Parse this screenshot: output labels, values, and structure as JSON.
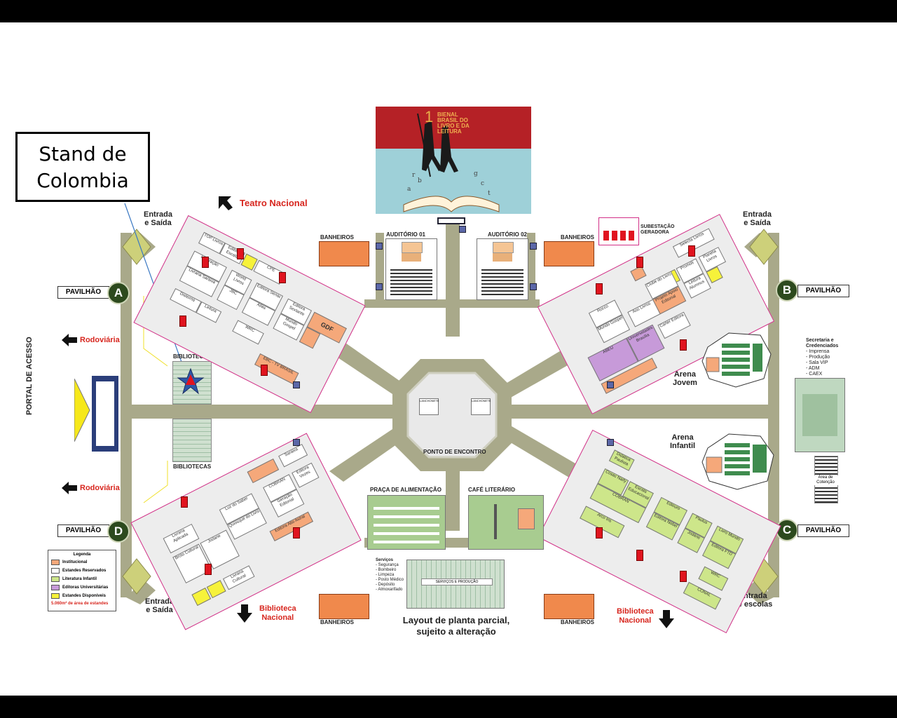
{
  "callout": {
    "line1": "Stand de",
    "line2": "Colombia"
  },
  "poster": {
    "number": "1",
    "text": "BIENAL BRASIL DO LIVRO E DA LEITURA"
  },
  "labels": {
    "teatro": "Teatro Nacional",
    "entrada_saida_tl": [
      "Entrada",
      "e Saída"
    ],
    "entrada_saida_tr": [
      "Entrada",
      "e Saída"
    ],
    "entrada_saida_bl": [
      "Entrada",
      "e Saída"
    ],
    "entrada_escolas": [
      "Entrada",
      "de escolas"
    ],
    "rodoviaria": "Rodoviária",
    "portal": "PORTAL DE ACESSO",
    "bibliotecas": "BIBLIOTECAS",
    "banheiros": "BANHEIROS",
    "auditorio1": "AUDITÓRIO 01",
    "auditorio2": "AUDITÓRIO 02",
    "subestacao": [
      "SUBESTAÇÃO",
      "GERADORA"
    ],
    "arena_jovem": [
      "Arena",
      "Jovem"
    ],
    "arena_infantil": [
      "Arena",
      "Infantil"
    ],
    "ponto_encontro": "PONTO DE ENCONTRO",
    "praca": "PRAÇA DE ALIMENTAÇÃO",
    "cafe": "CAFÉ LITERÁRIO",
    "servicos_producao": "SERVIÇOS E PRODUÇÃO",
    "layout": [
      "Layout de planta parcial,",
      "sujeito a alteração"
    ],
    "biblioteca_nacional": [
      "Biblioteca",
      "Nacional"
    ],
    "area_cotencao": [
      "Área de",
      "Cotenção"
    ],
    "lanchonete": "LANCHONETE"
  },
  "pavilions": [
    {
      "letter": "A",
      "label": "PAVILHÃO"
    },
    {
      "letter": "B",
      "label": "PAVILHÃO"
    },
    {
      "letter": "C",
      "label": "PAVILHÃO"
    },
    {
      "letter": "D",
      "label": "PAVILHÃO"
    }
  ],
  "secretaria": {
    "title": [
      "Secretaria e",
      "Credenciados"
    ],
    "items": [
      "- Imprensa",
      "- Produção",
      "- Sala VIP",
      "- ADM",
      "- CAEX"
    ]
  },
  "servicos": {
    "title": "Serviços",
    "items": [
      "- Segurança",
      "- Bombeiro",
      "- Limpeza",
      "- Posto Médico",
      "- Depósito",
      "- Almoxarifado"
    ]
  },
  "legend": {
    "title": "Legenda",
    "items": [
      {
        "label": "Institucional",
        "color": "#f5a87a"
      },
      {
        "label": "Estandes Reservados",
        "color": "#ffffff"
      },
      {
        "label": "Literatura Infantil",
        "color": "#cde68a"
      },
      {
        "label": "Editoras Universitárias",
        "color": "#c79ad9"
      },
      {
        "label": "Estandes Disponíveis",
        "color": "#f6f23a"
      }
    ],
    "note": "5.060m² de área de estandes"
  },
  "stands": {
    "A": [
      "TOP Livros",
      "Editora Escala",
      "Inspiração",
      "Livraria Saraiva",
      "World Livros",
      "JBC",
      "Editora Senac",
      "Atlas",
      "Mundo Gospel",
      "WRC",
      "GDF",
      "Disteima",
      "Leitura",
      "CPE",
      "Editora Sextante",
      "EBC - TV BRASIL"
    ],
    "B": [
      "Selecta Livros",
      "Promoli",
      "Planeta Livros",
      "Leitura Alumnus",
      "Rocco",
      "Mundo Gospel",
      "Clube do Livro",
      "Aos Livros",
      "ABEU",
      "Carter Editora",
      "Projeto Apoio Editorial",
      "Universidades Brasília"
    ],
    "C": [
      "Arco Íris",
      "Cosac Naify",
      "Ediouro",
      "Escala Educacional",
      "COBRAN",
      "Editora Nobel",
      "Paulus",
      "Jodane",
      "Livro Mundo",
      "Editora FTD",
      "WRC",
      "CONAL",
      "Didática Paulista"
    ],
    "D": [
      "Livraria Aplicada",
      "Saraiva",
      "COBRAN",
      "Geração Editorial",
      "Editora Vozes",
      "Quiosque do Livro",
      "Broto Cultural",
      "Jodane",
      "Editora Alto Astral",
      "Luz do Saber",
      "Livraria Cultural"
    ]
  },
  "colors": {
    "walkway": "#a9a98a",
    "bathroom": "#f0894c",
    "border": "#d22f87",
    "pavilion_circle": "#2d4a1e",
    "accent_red": "#d7261e"
  }
}
